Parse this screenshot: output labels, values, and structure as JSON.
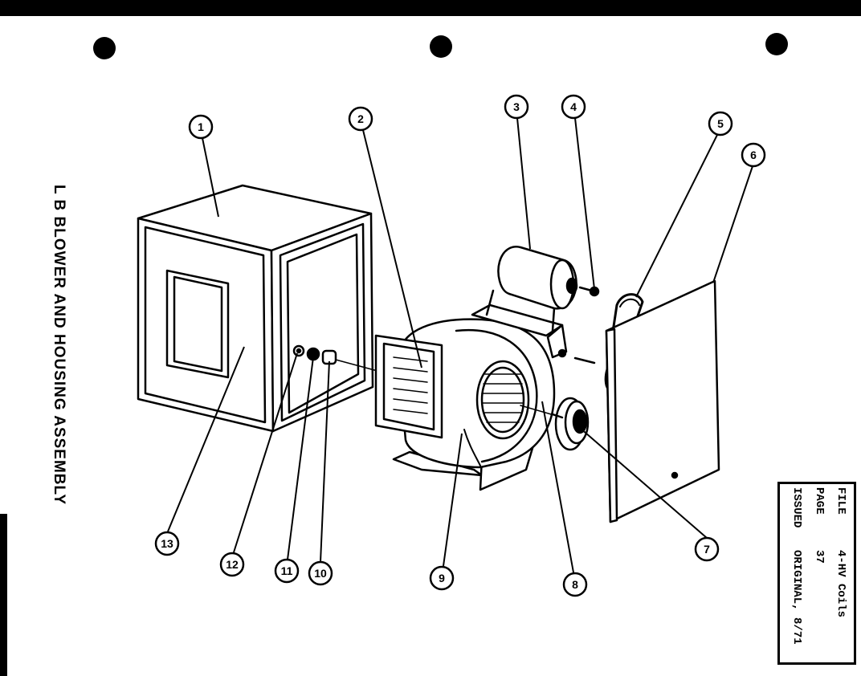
{
  "title": "L B BLOWER AND HOUSING ASSEMBLY",
  "file_box": {
    "file_label": "FILE",
    "file_value": "4-HV Coils",
    "page_label": "PAGE",
    "page_value": "37",
    "issued_label": "ISSUED",
    "issued_value": "ORIGINAL, 8/71"
  },
  "callouts": [
    "1",
    "2",
    "3",
    "4",
    "5",
    "6",
    "7",
    "8",
    "9",
    "10",
    "11",
    "12",
    "13"
  ]
}
